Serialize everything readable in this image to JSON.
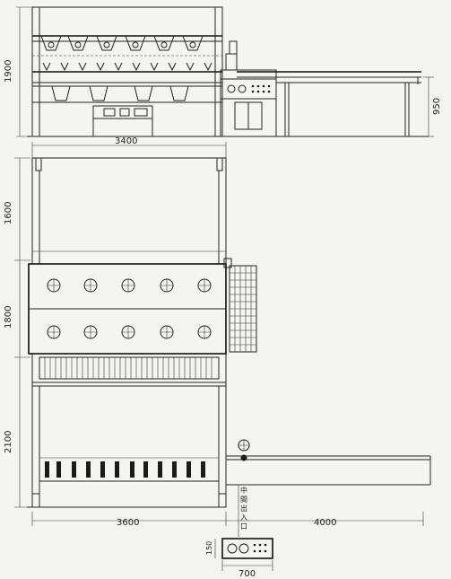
{
  "dimensions": {
    "side_height": "1900",
    "side_table_height": "950",
    "top_width": "3400",
    "plan_upper": "1600",
    "plan_middle": "1800",
    "plan_lower": "2100",
    "bottom_width": "3600",
    "conveyor_length": "4000",
    "panel_width": "700",
    "panel_height": "150"
  },
  "annotations": {
    "vertical_note": "中間出入口"
  }
}
